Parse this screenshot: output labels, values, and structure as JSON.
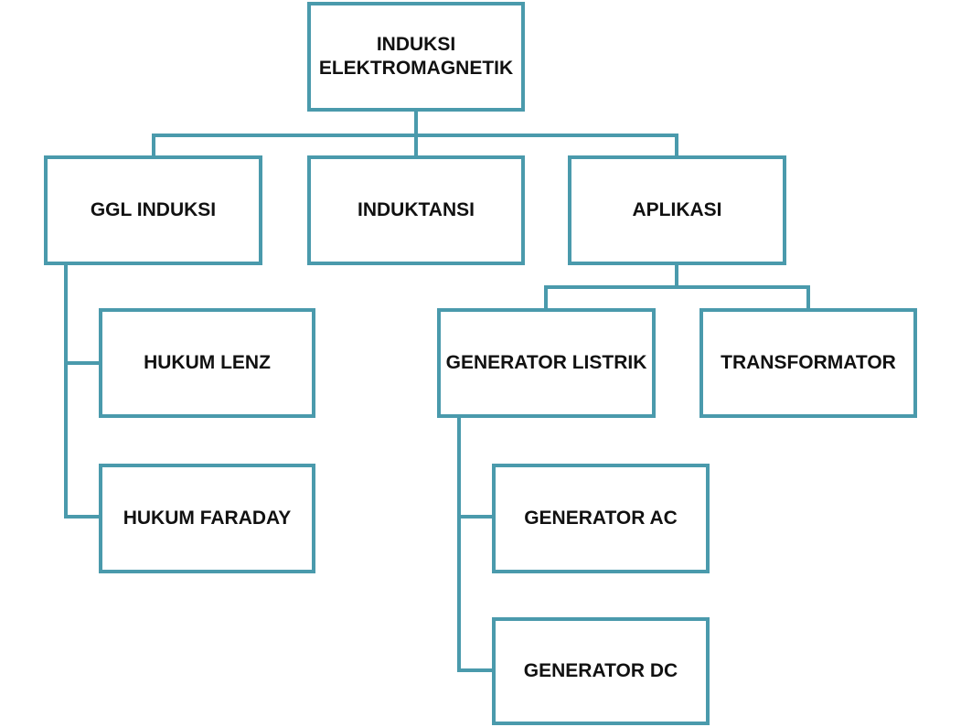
{
  "diagram": {
    "type": "hierarchy",
    "accent_color": "#4a9aac",
    "text_color": "#111111",
    "background_color": "#ffffff",
    "nodes": [
      {
        "id": "induksi-elektromagnetik",
        "label": "INDUKSI ELEKTROMAGNETIK",
        "parent": null
      },
      {
        "id": "ggl-induksi",
        "label": "GGL INDUKSI",
        "parent": "induksi-elektromagnetik"
      },
      {
        "id": "induktansi",
        "label": "INDUKTANSI",
        "parent": "induksi-elektromagnetik"
      },
      {
        "id": "aplikasi",
        "label": "APLIKASI",
        "parent": "induksi-elektromagnetik"
      },
      {
        "id": "hukum-lenz",
        "label": "HUKUM LENZ",
        "parent": "ggl-induksi"
      },
      {
        "id": "hukum-faraday",
        "label": "HUKUM FARADAY",
        "parent": "ggl-induksi"
      },
      {
        "id": "generator-listrik",
        "label": "GENERATOR LISTRIK",
        "parent": "aplikasi"
      },
      {
        "id": "transformator",
        "label": "TRANSFORMATOR",
        "parent": "aplikasi"
      },
      {
        "id": "generator-ac",
        "label": "GENERATOR AC",
        "parent": "generator-listrik"
      },
      {
        "id": "generator-dc",
        "label": "GENERATOR DC",
        "parent": "generator-listrik"
      }
    ]
  }
}
